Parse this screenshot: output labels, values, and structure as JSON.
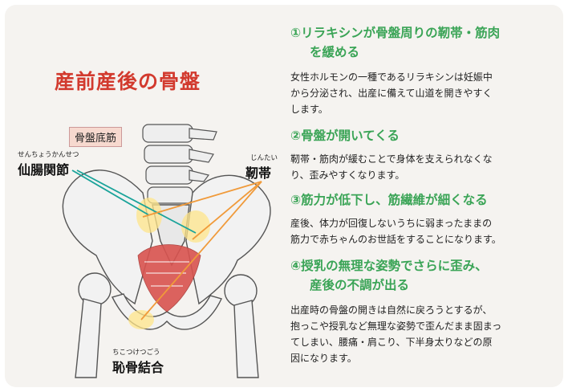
{
  "diagram": {
    "title": "産前産後の骨盤",
    "tag": "骨盤底筋",
    "labels": {
      "sacroiliac_ruby": "せんちょうかんせつ",
      "sacroiliac": "仙腸関節",
      "ligament_ruby": "じんたい",
      "ligament": "靭帯",
      "pubic_ruby": "ちこつけつごう",
      "pubic": "恥骨結合"
    }
  },
  "sections": [
    {
      "heading_l1": "①リラキシンが骨盤周りの靭帯・筋肉",
      "heading_l2": "を緩める",
      "body": [
        "女性ホルモンの一種であるリラキシンは妊娠中",
        "から分泌され、出産に備えて山道を開きやすく",
        "します。"
      ]
    },
    {
      "heading_l1": "②骨盤が開いてくる",
      "body": [
        "靭帯・筋肉が緩むことで身体を支えられなくな",
        "り、歪みやすくなります。"
      ]
    },
    {
      "heading_l1": "③筋力が低下し、筋繊維が細くなる",
      "body": [
        "産後、体力が回復しないうちに弱まったままの",
        "筋力で赤ちゃんのお世話をすることになります。"
      ]
    },
    {
      "heading_l1": "④授乳の無理な姿勢でさらに歪み、",
      "heading_l2": "産後の不調が出る",
      "body": [
        "出産時の骨盤の開きは自然に戻ろうとするが、",
        "抱っこや授乳など無理な姿勢で歪んだまま固まっ",
        "てしまい、腰痛・肩こり、下半身太りなどの原",
        "因になります。"
      ]
    }
  ],
  "colors": {
    "title": "#d23a2e",
    "heading": "#3aa456",
    "teal_line": "#1aa39a",
    "orange_line": "#f09a3a",
    "muscle": "#d9534f"
  }
}
